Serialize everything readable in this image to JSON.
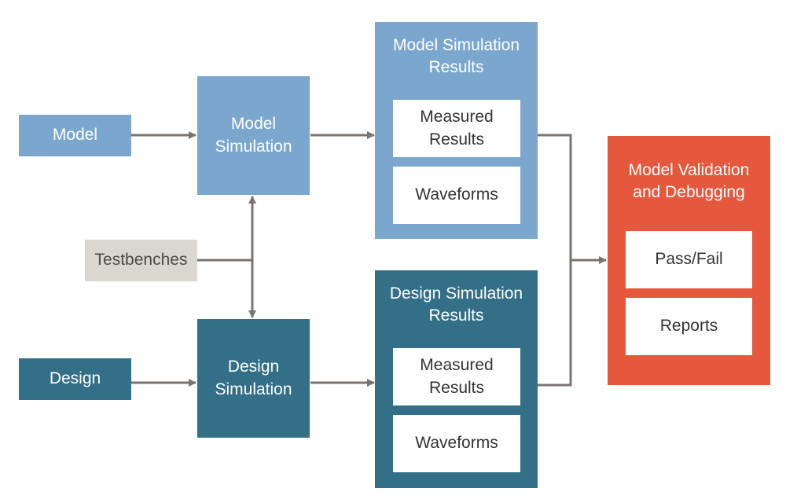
{
  "diagram": {
    "inputs": {
      "model": "Model",
      "testbenches": "Testbenches",
      "design": "Design"
    },
    "simulations": {
      "model": "Model\nSimulation",
      "design": "Design\nSimulation"
    },
    "results": {
      "model": {
        "title": "Model Simulation\nResults",
        "items": [
          "Measured\nResults",
          "Waveforms"
        ]
      },
      "design": {
        "title": "Design Simulation\nResults",
        "items": [
          "Measured\nResults",
          "Waveforms"
        ]
      }
    },
    "validation": {
      "title": "Model Validation\nand Debugging",
      "items": [
        "Pass/Fail",
        "Reports"
      ]
    }
  },
  "colors": {
    "model_blue": "#7ba7cf",
    "design_teal": "#336f87",
    "testbench_grey": "#d9d7cf",
    "validation_orange": "#e5583d",
    "connector": "#7a7471"
  }
}
